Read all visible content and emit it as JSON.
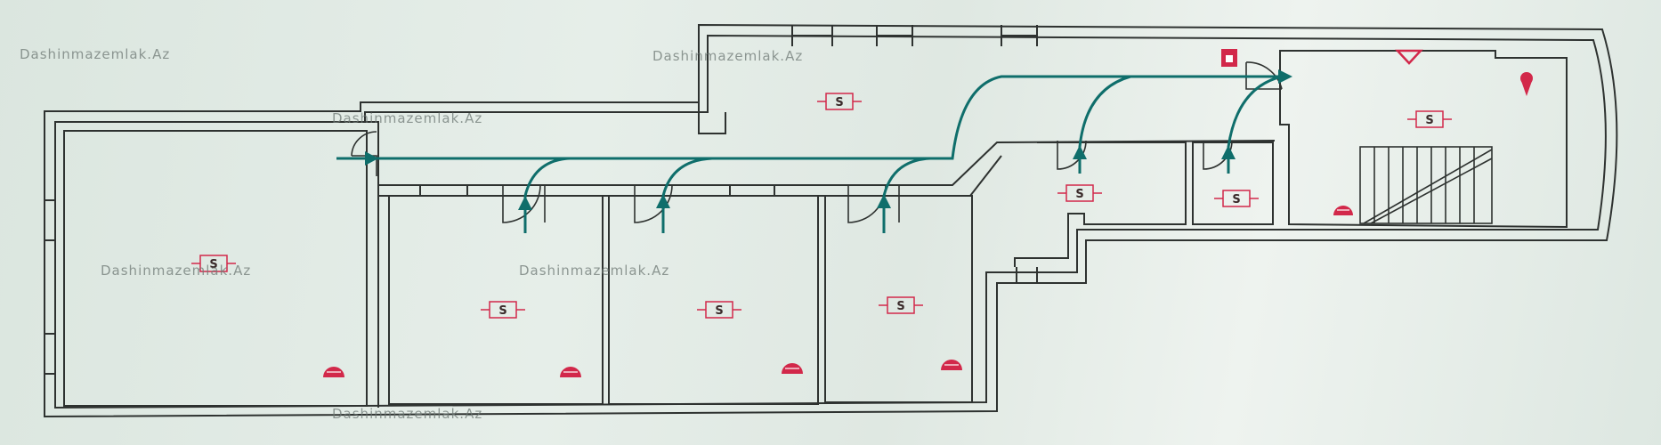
{
  "watermark": "Dashinmazemlak.Az",
  "colors": {
    "wall": "#2e3230",
    "route": "#0f6e6b",
    "symbol": "#d2284a",
    "paper": "#e3ece6"
  },
  "legend": {
    "room_symbol_label": "S"
  },
  "icons": [
    "evacuation-route-arrow",
    "fire-alarm-icon",
    "extinguisher-icon",
    "location-pin-icon",
    "warning-triangle-icon",
    "staircase"
  ]
}
